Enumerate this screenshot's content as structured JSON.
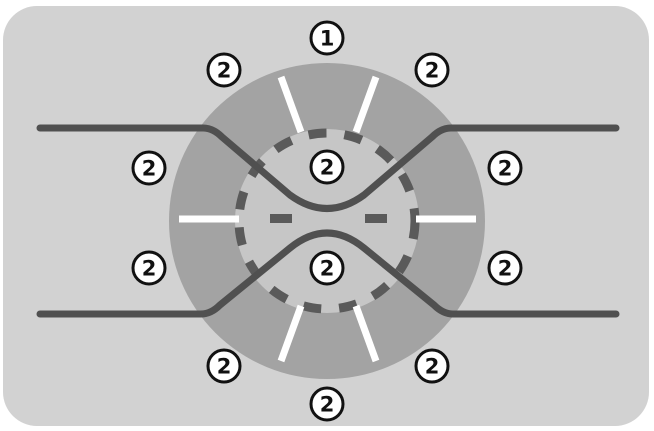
{
  "colors": {
    "card_background": "#d2d2d2",
    "outer_ring": "#a3a3a3",
    "inner_disc": "#c6c6c6",
    "lines": "#505050",
    "dashes": "#5a5a5a",
    "ticks": "#ffffff",
    "badge_fill": "#ffffff",
    "badge_stroke": "#111111"
  },
  "labels": {
    "top": "1",
    "top_left": "2",
    "top_right": "2",
    "left_upper": "2",
    "right_upper": "2",
    "center_upper": "2",
    "center_lower": "2",
    "left_lower": "2",
    "right_lower": "2",
    "bottom_left": "2",
    "bottom_right": "2",
    "bottom": "2"
  }
}
